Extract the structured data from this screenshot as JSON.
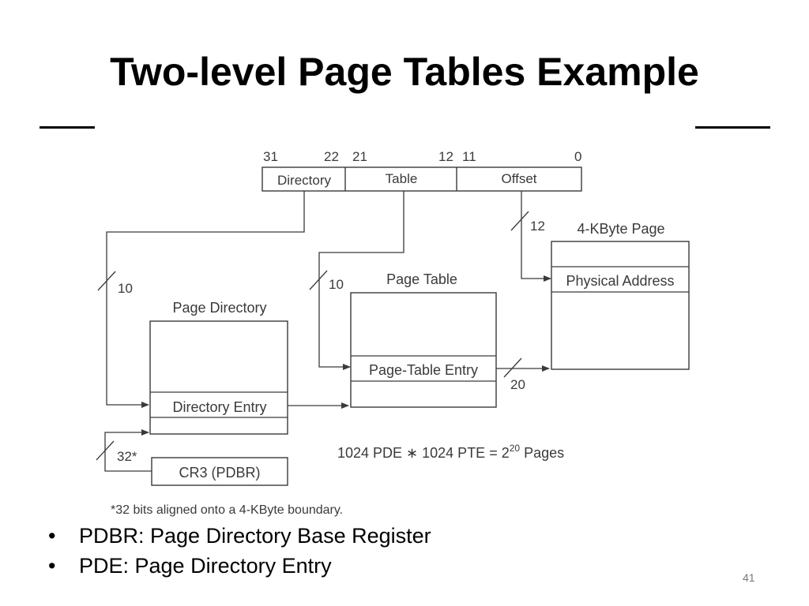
{
  "slide": {
    "title": "Two-level Page Tables Example",
    "page_number": "41"
  },
  "diagram": {
    "bit_labels": [
      "31",
      "22",
      "21",
      "12",
      "11",
      "0"
    ],
    "fields": {
      "directory": "Directory",
      "table": "Table",
      "offset": "Offset"
    },
    "bus_widths": {
      "directory": "10",
      "table": "10",
      "offset": "12",
      "frame": "20",
      "cr3": "32*"
    },
    "page_directory": {
      "title": "Page Directory",
      "entry": "Directory Entry"
    },
    "page_table": {
      "title": "Page Table",
      "entry": "Page-Table Entry"
    },
    "page": {
      "title": "4-KByte Page",
      "entry": "Physical Address"
    },
    "cr3": "CR3 (PDBR)",
    "formula": {
      "base": "1024 PDE ∗ 1024 PTE = 2",
      "exp": "20",
      "suffix": " Pages"
    },
    "footnote": "*32 bits aligned onto a 4-KByte boundary."
  },
  "bullets": [
    "PDBR: Page Directory Base Register",
    "PDE: Page Directory Entry"
  ],
  "colors": {
    "ink": "#3a3a3a",
    "text": "#000000"
  }
}
